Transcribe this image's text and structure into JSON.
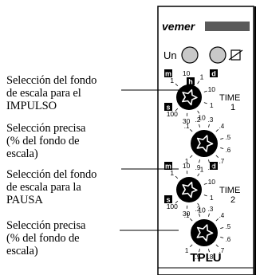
{
  "device": {
    "brand": "vemer",
    "model": "TPLU",
    "led_label": "Un",
    "relay_symbol": "relay-contact-icon"
  },
  "callouts": [
    "Selección del fondo\nde escala para el\nIMPULSO",
    "Selección precisa\n(% del fondo de\nescala)",
    "Selección del fondo\nde escala para la\nPAUSA",
    "Selección precisa\n(% del fondo de\nescala)"
  ],
  "range_knobs": [
    {
      "label": "TIME",
      "index": "1",
      "badges": {
        "top_left": "m",
        "top_right": "d",
        "top_center": "h",
        "bottom_left": "s"
      },
      "scale": [
        "1",
        "10",
        "1",
        "10",
        "1",
        "10",
        "30",
        "100"
      ]
    },
    {
      "label": "TIME",
      "index": "2",
      "badges": {
        "top_left": "m",
        "top_right": "d",
        "bottom_left": "s"
      },
      "scale": [
        "1",
        "10",
        "1",
        "10",
        "1",
        "10",
        "30",
        "100"
      ]
    }
  ],
  "fine_knobs": [
    {
      "scale": [
        ".1",
        ".2",
        ".3",
        ".4",
        ".5",
        ".6",
        ".7",
        ".8",
        ".9",
        "1"
      ]
    },
    {
      "scale": [
        ".1",
        ".2",
        ".3",
        ".4",
        ".5",
        ".6",
        ".7",
        ".8",
        ".9",
        "1"
      ]
    }
  ],
  "colors": {
    "panel": "#ffffff",
    "knob": "#000000",
    "led_fill": "#c8c8c8",
    "stripe": "#5a5a5a"
  }
}
